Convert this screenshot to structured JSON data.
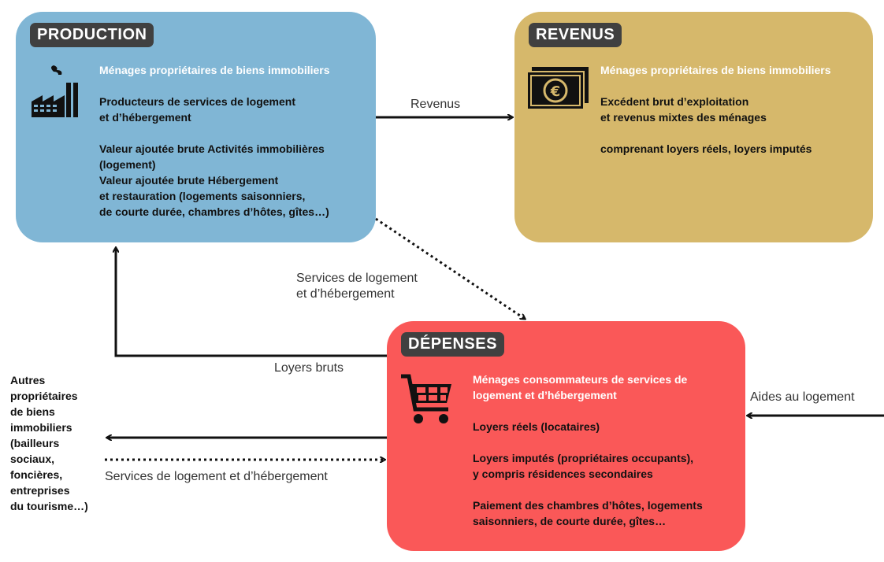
{
  "production": {
    "title": "PRODUCTION",
    "icon": "factory-icon",
    "lines": [
      [
        "Ménages propriétaires de biens immobiliers"
      ],
      [
        "Producteurs de services de logement",
        "et d’hébergement"
      ],
      [
        "Valeur ajoutée brute Activités immobilières",
        "(logement)",
        "Valeur ajoutée brute Hébergement",
        "et restauration (logements saisonniers,",
        "de courte durée, chambres d’hôtes, gîtes…)"
      ]
    ]
  },
  "revenus": {
    "title": "REVENUS",
    "icon": "euro-banknote-icon",
    "lines": [
      [
        "Ménages propriétaires de biens immobiliers"
      ],
      [
        "Excédent brut d’exploitation",
        "et revenus mixtes des ménages"
      ],
      [
        "comprenant loyers réels, loyers imputés"
      ]
    ]
  },
  "depenses": {
    "title": "DÉPENSES",
    "icon": "shopping-cart-icon",
    "lines": [
      [
        "Ménages consommateurs de services de",
        "logement et d’hébergement"
      ],
      [
        "Loyers réels (locataires)"
      ],
      [
        "Loyers imputés (propriétaires occupants),",
        "y compris résidences secondaires"
      ],
      [
        "Paiement des chambres d’hôtes, logements",
        "saisonniers, de courte durée, gîtes…"
      ]
    ]
  },
  "flows": {
    "revenus": "Revenus",
    "services_1": "Services de logement",
    "services_2": "et d’hébergement",
    "loyers_bruts": "Loyers bruts",
    "aides": "Aides au logement",
    "services_autres": "Services de logement et d’hébergement"
  },
  "others": [
    "Autres",
    "propriétaires",
    "de biens",
    "immobiliers",
    "(bailleurs",
    "sociaux,",
    "foncières,",
    "entreprises",
    "du tourisme…)"
  ]
}
